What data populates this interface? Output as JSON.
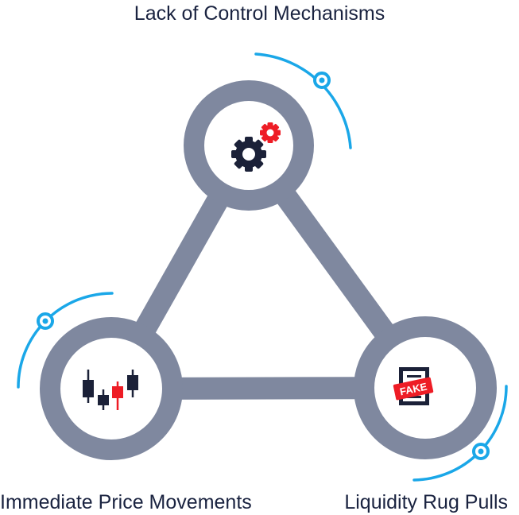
{
  "labels": {
    "top": "Lack of Control Mechanisms",
    "left": "Immediate Price Movements",
    "right": "Liquidity Rug Pulls"
  },
  "badge": {
    "text": "FAKE"
  },
  "colors": {
    "frame": "#7f889f",
    "accent": "#1aa7e8",
    "dark": "#1b2138",
    "red": "#ee1c25",
    "text": "#1a2340"
  },
  "icons": {
    "top": "gears-icon",
    "left": "candlestick-chart-icon",
    "right": "fake-document-icon"
  }
}
